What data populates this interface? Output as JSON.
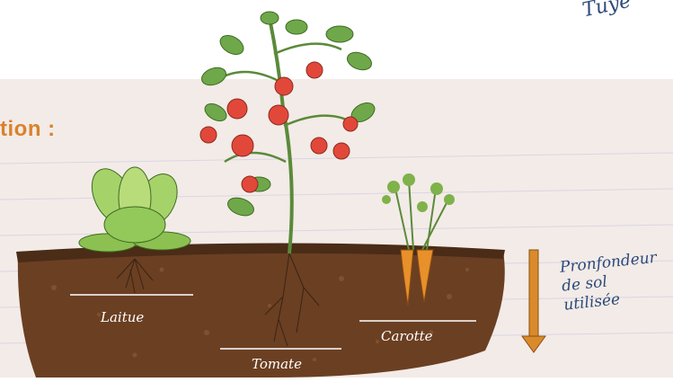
{
  "heading": "tion :",
  "corner_note": "Tuyè",
  "plants": {
    "lettuce": "Laitue",
    "tomato": "Tomate",
    "carrot": "Carotte"
  },
  "depth_label": {
    "line1": "Pronfondeur",
    "line2": "de sol",
    "line3": "utilisée"
  },
  "colors": {
    "accent": "#d9822b",
    "handwriting": "#2b4a7a",
    "soil": "#6b3f22",
    "arrow": "#d98a2b"
  }
}
